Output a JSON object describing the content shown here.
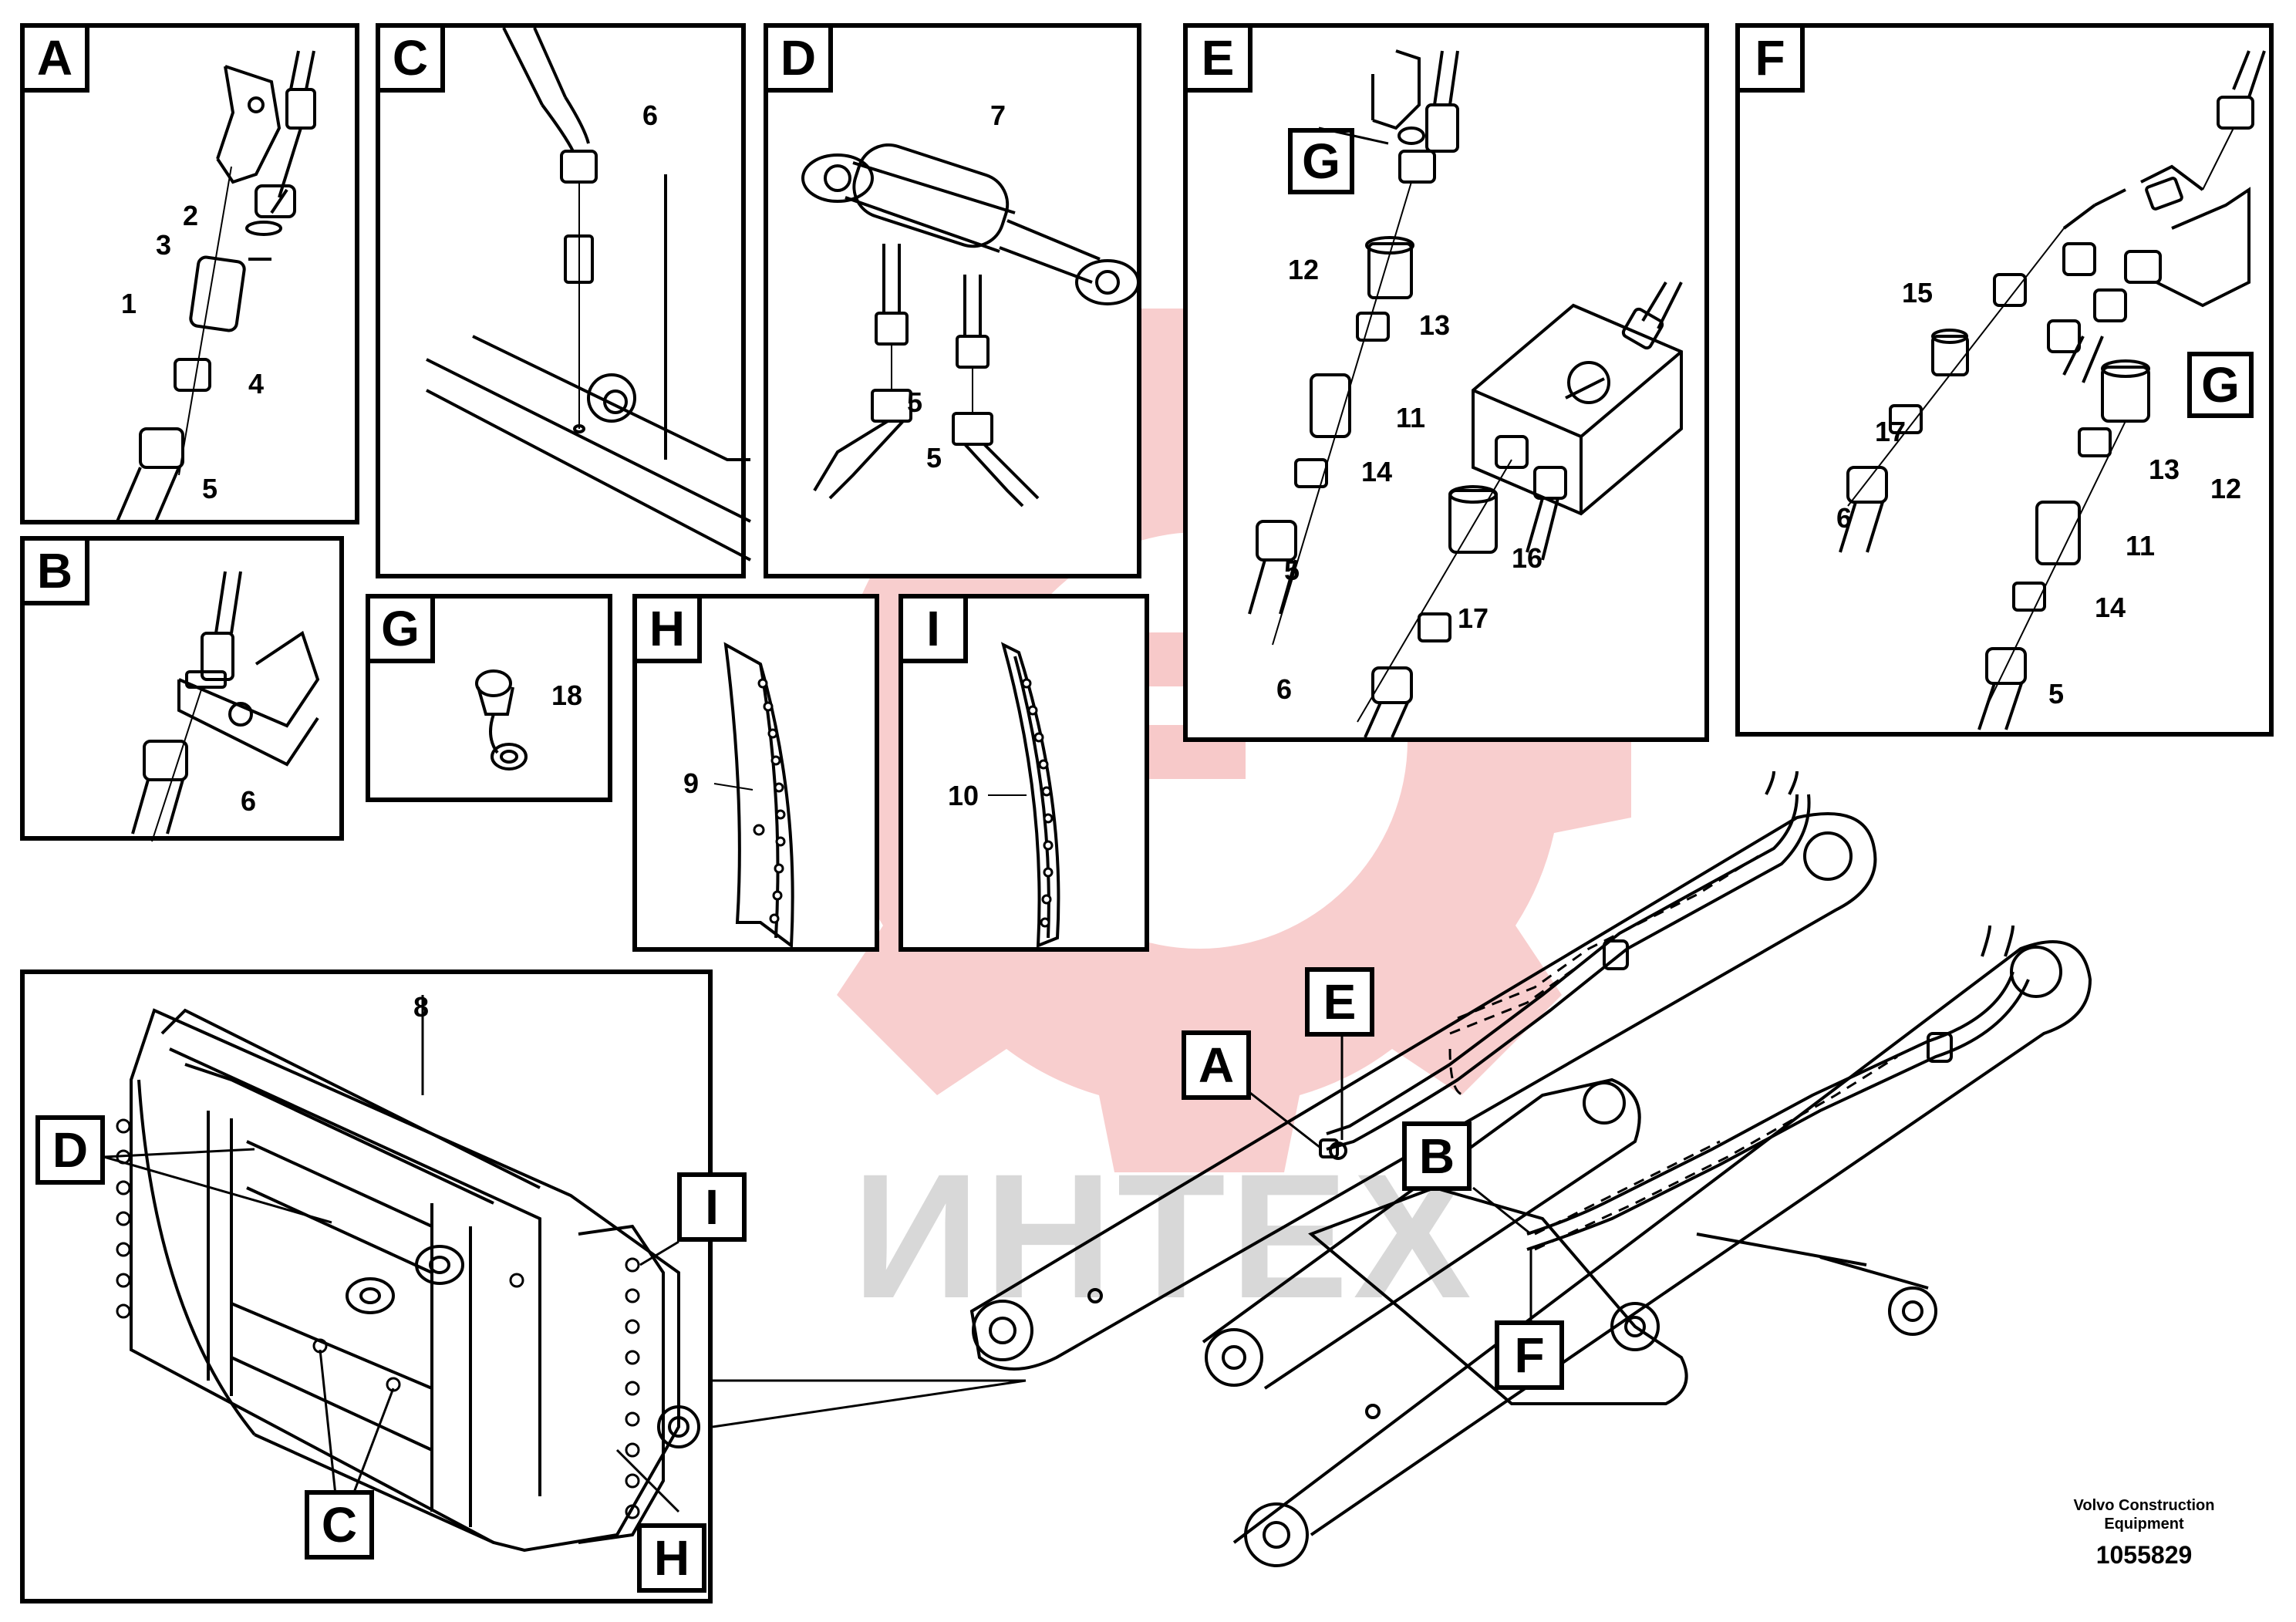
{
  "watermark": {
    "text": "ИНТЕХ",
    "gear_color": "#f7c9c9",
    "text_color": "#d8d8d8"
  },
  "panels": {
    "A": {
      "label": "A",
      "parts": [
        "2",
        "3",
        "1",
        "4",
        "5"
      ]
    },
    "B": {
      "label": "B",
      "parts": [
        "6"
      ]
    },
    "C": {
      "label": "C",
      "parts": [
        "6"
      ]
    },
    "D": {
      "label": "D",
      "parts": [
        "7",
        "5",
        "5"
      ]
    },
    "E": {
      "label": "E",
      "parts": [
        "12",
        "13",
        "11",
        "14",
        "5",
        "16",
        "17",
        "6"
      ],
      "sub_callout": "G"
    },
    "F": {
      "label": "F",
      "parts": [
        "15",
        "17",
        "6",
        "13",
        "12",
        "11",
        "14",
        "5"
      ],
      "sub_callout": "G"
    },
    "G": {
      "label": "G",
      "parts": [
        "18"
      ]
    },
    "H": {
      "label": "H",
      "parts": [
        "9"
      ]
    },
    "I": {
      "label": "I",
      "parts": [
        "10"
      ]
    },
    "main": {
      "part": "8",
      "callouts": [
        "D",
        "C",
        "I",
        "H"
      ]
    }
  },
  "boom_callouts": [
    "A",
    "E",
    "B",
    "F"
  ],
  "footer": {
    "brand_line1": "Volvo Construction",
    "brand_line2": "Equipment",
    "code": "1055829"
  }
}
